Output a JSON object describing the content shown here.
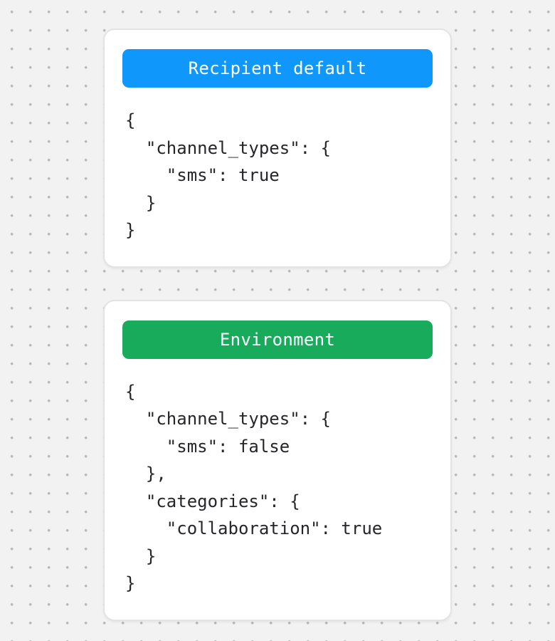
{
  "background": {
    "base_color": "#f2f2f2",
    "dot_color": "#b5b5b5"
  },
  "text_color": "#26262a",
  "cards": [
    {
      "title": "Recipient default",
      "title_bg": "#1097fb",
      "code": "{\n  \"channel_types\": {\n    \"sms\": true\n  }\n}"
    },
    {
      "title": "Environment",
      "title_bg": "#17ab5b",
      "code": "{\n  \"channel_types\": {\n    \"sms\": false\n  },\n  \"categories\": {\n    \"collaboration\": true\n  }\n}"
    }
  ]
}
